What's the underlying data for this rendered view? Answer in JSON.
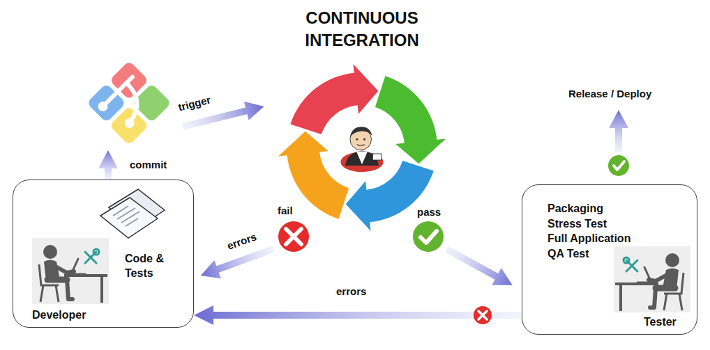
{
  "diagram": {
    "title": "CONTINUOUS INTEGRATION",
    "nodes": [
      {
        "text": [
          "Code & Tests",
          "Developer"
        ]
      },
      {
        "text": [
          "Packaging",
          "Stress Test",
          "Full Application",
          "QA Test",
          "Tester"
        ]
      }
    ],
    "edges": [
      {
        "from": 1,
        "to": 0,
        "label": "errors",
        "arrow": "to"
      }
    ],
    "labels": [
      "commit",
      "trigger",
      "fail",
      "errors",
      "pass",
      "Release / Deploy"
    ]
  }
}
